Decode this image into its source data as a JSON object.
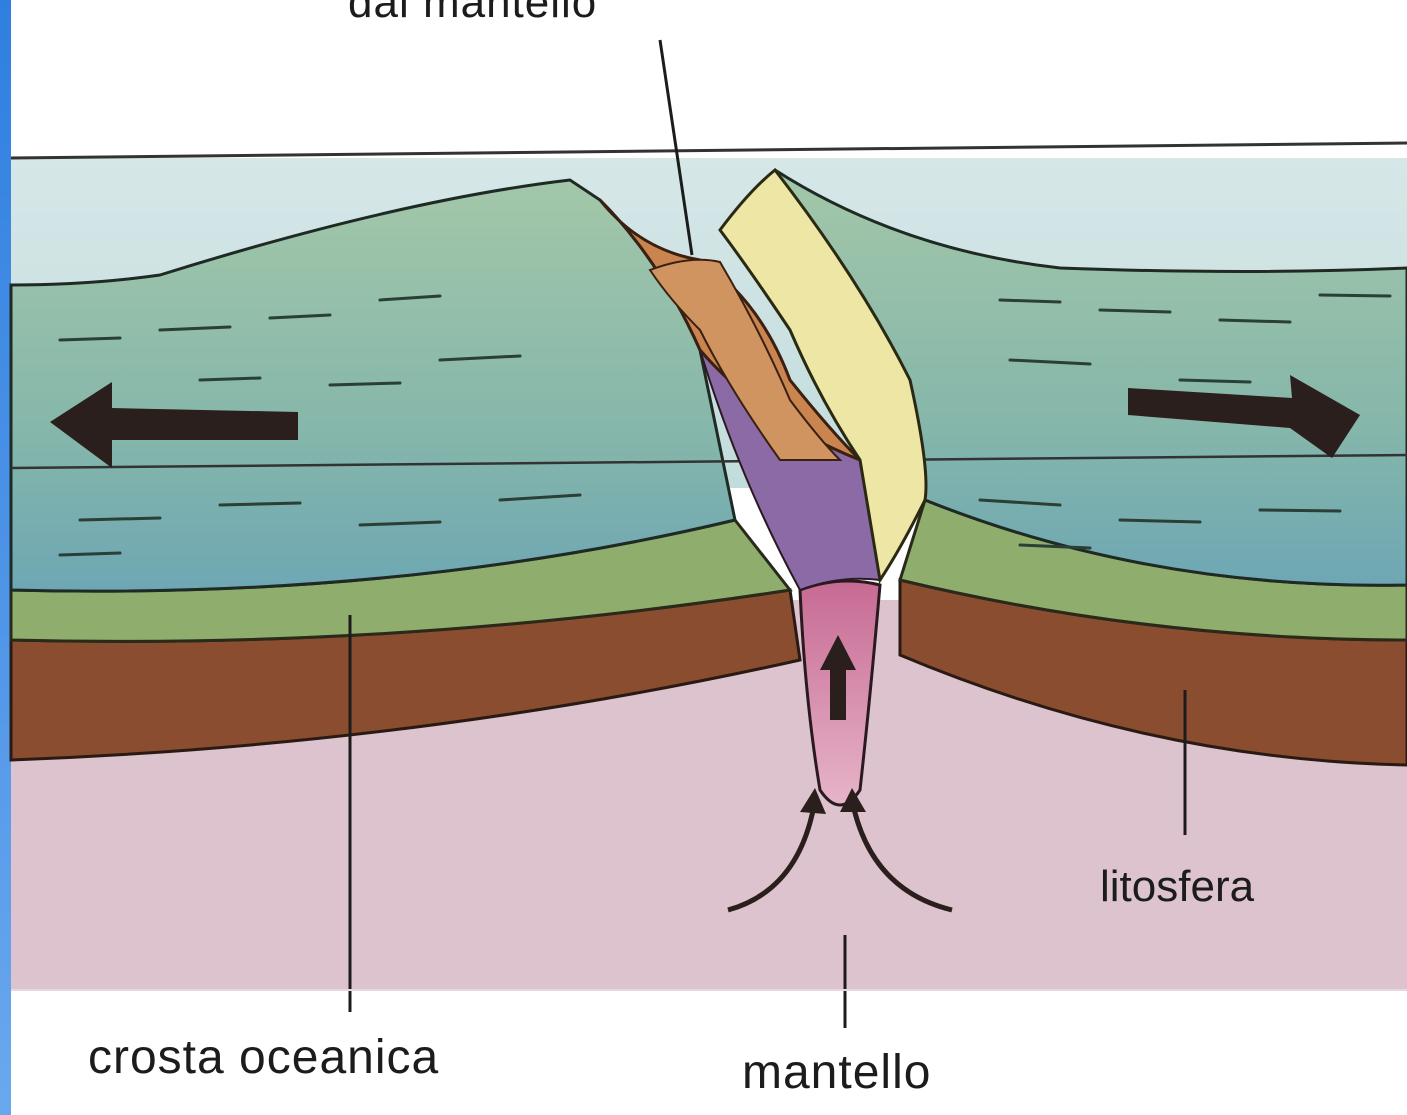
{
  "labels": {
    "dal_mantello": "dal mantello",
    "crosta_oceanica": "crosta oceanica",
    "mantello": "mantello",
    "litosfera": "litosfera"
  },
  "colors": {
    "water_top": "#cfe3e2",
    "water_deep": "#87b7ad",
    "ocean_crust_green": "#8fb47e",
    "lithosphere_brown": "#8a4d2f",
    "mantle_pink": "#d9c0cc",
    "magma_plume": "#d2779a",
    "new_rock_yellow": "#ece7a6",
    "rift_orange": "#c98450",
    "arrow": "#2a1f1c",
    "accent_bar": "#2f7fe0"
  }
}
